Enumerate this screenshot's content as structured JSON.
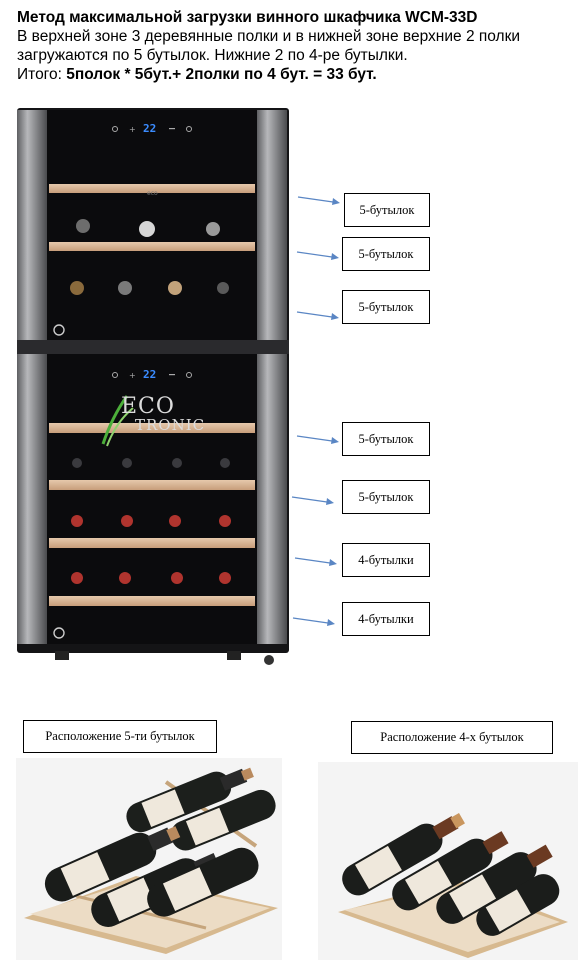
{
  "header": {
    "title": "Метод максимальной загрузки винного шкафчика WCM-33D",
    "line1": "В верхней зоне 3 деревянные полки и в нижней зоне верхние 2 полки",
    "line2": "загружаются по 5 бутылок. Нижние 2 по 4-ре бутылки.",
    "total_prefix": "Итого: ",
    "total_value": "5полок * 5бут.+ 2полки по 4 бут. = 33 бут."
  },
  "cabinet": {
    "upper_display": "22",
    "lower_display": "22",
    "brand_line1": "ECO",
    "brand_line2": "TRONIC"
  },
  "shelf_labels": [
    "5-бутылок",
    "5-бутылок",
    "5-бутылок",
    "5-бутылок",
    "5-бутылок",
    "4-бутылки",
    "4-бутылки"
  ],
  "captions": {
    "left": "Расположение 5-ти бутылок",
    "right": "Расположение 4-х бутылок"
  },
  "colors": {
    "frame": "#8e8f92",
    "glass": "#0b0b0d",
    "shelf": "#d9b89a",
    "display": "#3b8cff",
    "arrow": "#5a86c4",
    "logo_green": "#4caf3a"
  }
}
